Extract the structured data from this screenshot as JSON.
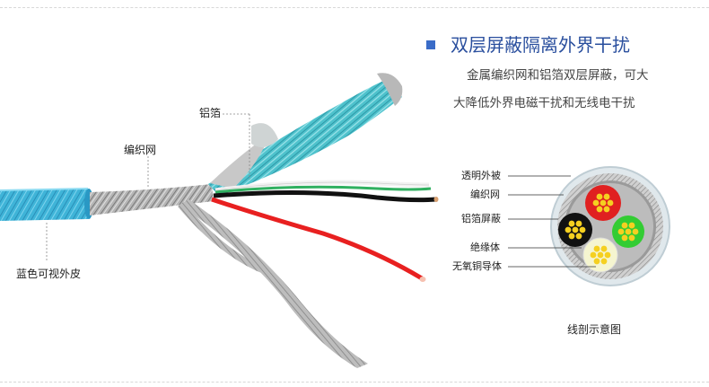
{
  "header": {
    "title": "双层屏蔽隔离外界干扰",
    "desc_line1": "金属编织网和铝箔双层屏蔽，可大",
    "desc_line2": "大降低外界电磁干扰和无线电干扰",
    "accent_color": "#3a6cc8",
    "title_color": "#2a4f9e"
  },
  "cable_labels": {
    "foil": "铝箔",
    "braid": "编织网",
    "jacket": "蓝色可视外皮"
  },
  "cross_section": {
    "labels": [
      "透明外被",
      "编织网",
      "铝箔屏蔽",
      "绝缘体",
      "无氧铜导体"
    ],
    "caption": "线剖示意图",
    "core_colors": [
      "#e02020",
      "#111111",
      "#33cc33",
      "#f5f5d0"
    ]
  },
  "wire_colors": {
    "jacket": "#3fb4d8",
    "foil": "#4ec2cc",
    "braid": "#9a9a9a",
    "red": "#e82020",
    "black": "#111111",
    "green": "#30b060",
    "white": "#f2f2f2"
  }
}
